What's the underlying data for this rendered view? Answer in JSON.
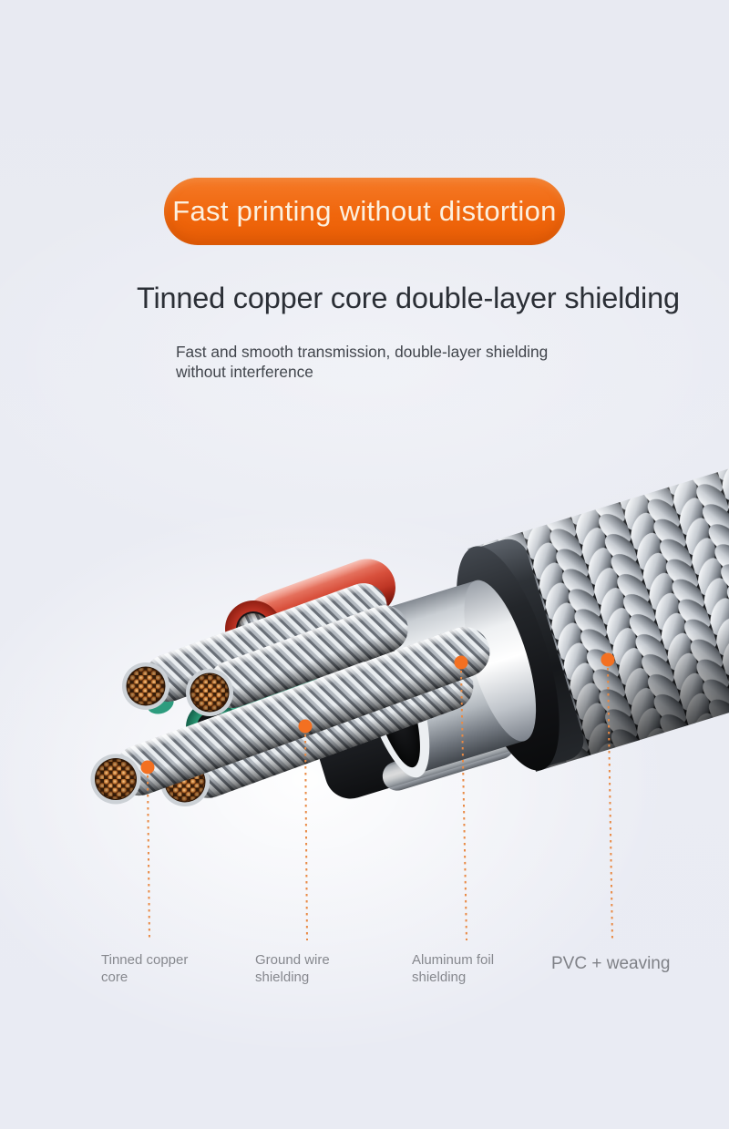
{
  "banner": {
    "label": "Fast printing without distortion"
  },
  "heading": {
    "title": "Tinned copper core double-layer shielding"
  },
  "subheading": {
    "line1": "Fast and smooth transmission, double-layer shielding",
    "line2": "without interference"
  },
  "callouts": [
    {
      "id": "tinned-copper-core",
      "label": "Tinned copper core"
    },
    {
      "id": "ground-wire-shielding",
      "label": "Ground wire shielding"
    },
    {
      "id": "aluminum-foil-shielding",
      "label": "Aluminum foil shielding"
    },
    {
      "id": "pvc-weaving",
      "label": "PVC + weaving"
    }
  ],
  "colors": {
    "accent_orange": "#f0660c",
    "dot_orange": "#f37021",
    "leader_line_orange": "#e98a45",
    "banner_text": "#fcf0df",
    "heading_text": "#2b2f36",
    "body_text": "#41454c",
    "label_text": "#86888e",
    "copper": "#c9803f",
    "green_wire": "#2d9c7e",
    "red_wire": "#c93a28"
  }
}
